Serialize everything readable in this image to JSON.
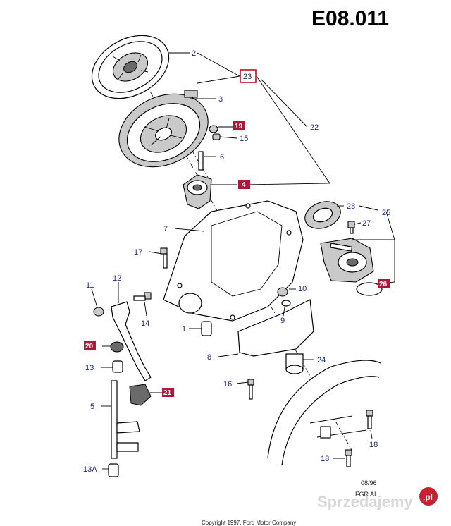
{
  "title": "E08.011",
  "date_code": "08/96",
  "ref_code": "FGR  AI",
  "copyright": "Copyright 1997, Ford Motor Company",
  "watermark": "Sprzedajemy",
  "watermark_badge": ".pl",
  "callouts": {
    "c1": "1",
    "c2": "2",
    "c3": "3",
    "c4": "4",
    "c5": "5",
    "c6": "6",
    "c7": "7",
    "c8": "8",
    "c9": "9",
    "c10": "10",
    "c11": "11",
    "c12": "12",
    "c13": "13",
    "c13a": "13A",
    "c14": "14",
    "c15": "15",
    "c16": "16",
    "c17": "17",
    "c18a": "18",
    "c18b": "18",
    "c19": "19",
    "c20": "20",
    "c21": "21",
    "c22": "22",
    "c23": "23",
    "c24": "24",
    "c25": "25",
    "c26": "26",
    "c27": "27",
    "c28": "28"
  },
  "colors": {
    "callout_label": "#1a2a7a",
    "highlight_fill": "#b0183a",
    "box_outline": "#c01020"
  }
}
